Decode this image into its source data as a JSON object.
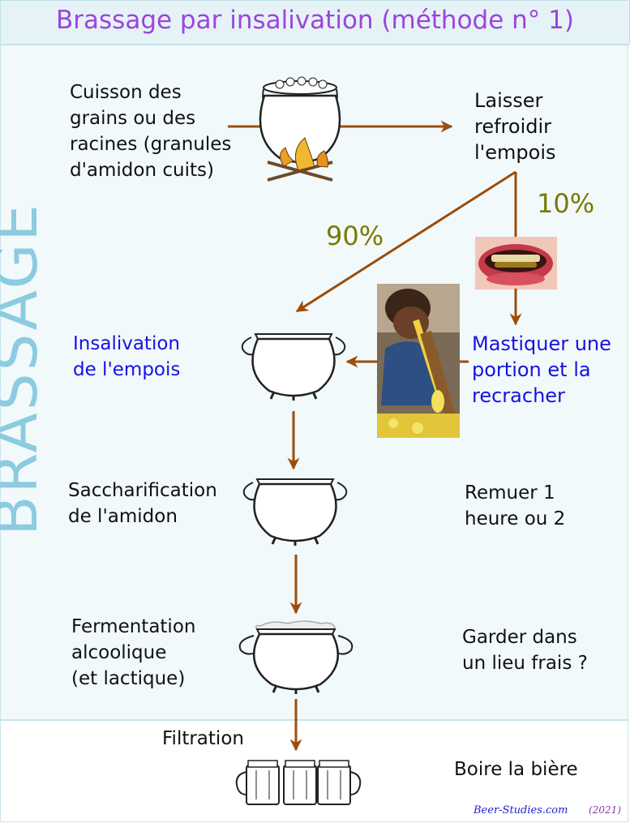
{
  "title": "Brassage par insalivation (méthode n° 1)",
  "side_label": "BRASSAGE",
  "steps": {
    "cooking": "Cuisson des\ngrains ou des\nracines (granules\nd'amidon cuits)",
    "cool": "Laisser\nrefroidir\nl'empois",
    "insalivation": "Insalivation\nde l'empois",
    "chew": "Mastiquer une\nportion et la\nrecracher",
    "saccharification": "Saccharification\nde l'amidon",
    "stir": "Remuer 1\nheure ou 2",
    "fermentation": "Fermentation\nalcoolique\n(et lactique)",
    "keep": "Garder dans\nun lieu frais ?",
    "filtration": "Filtration",
    "drink": "Boire la bière"
  },
  "percentages": {
    "main": "90%",
    "portion": "10%"
  },
  "footer": {
    "brand": "Beer-Studies.com",
    "year": "(2021)"
  },
  "colors": {
    "title": "#9b44e0",
    "arrow": "#9c4d0c",
    "highlight_text": "#1414dd",
    "percent_text": "#7a7a00",
    "side_label": "#8ccbe0"
  },
  "icons": [
    "cooking-pot-fire-icon",
    "mouth-icon",
    "cauldron-icon",
    "beer-mug-icon"
  ]
}
